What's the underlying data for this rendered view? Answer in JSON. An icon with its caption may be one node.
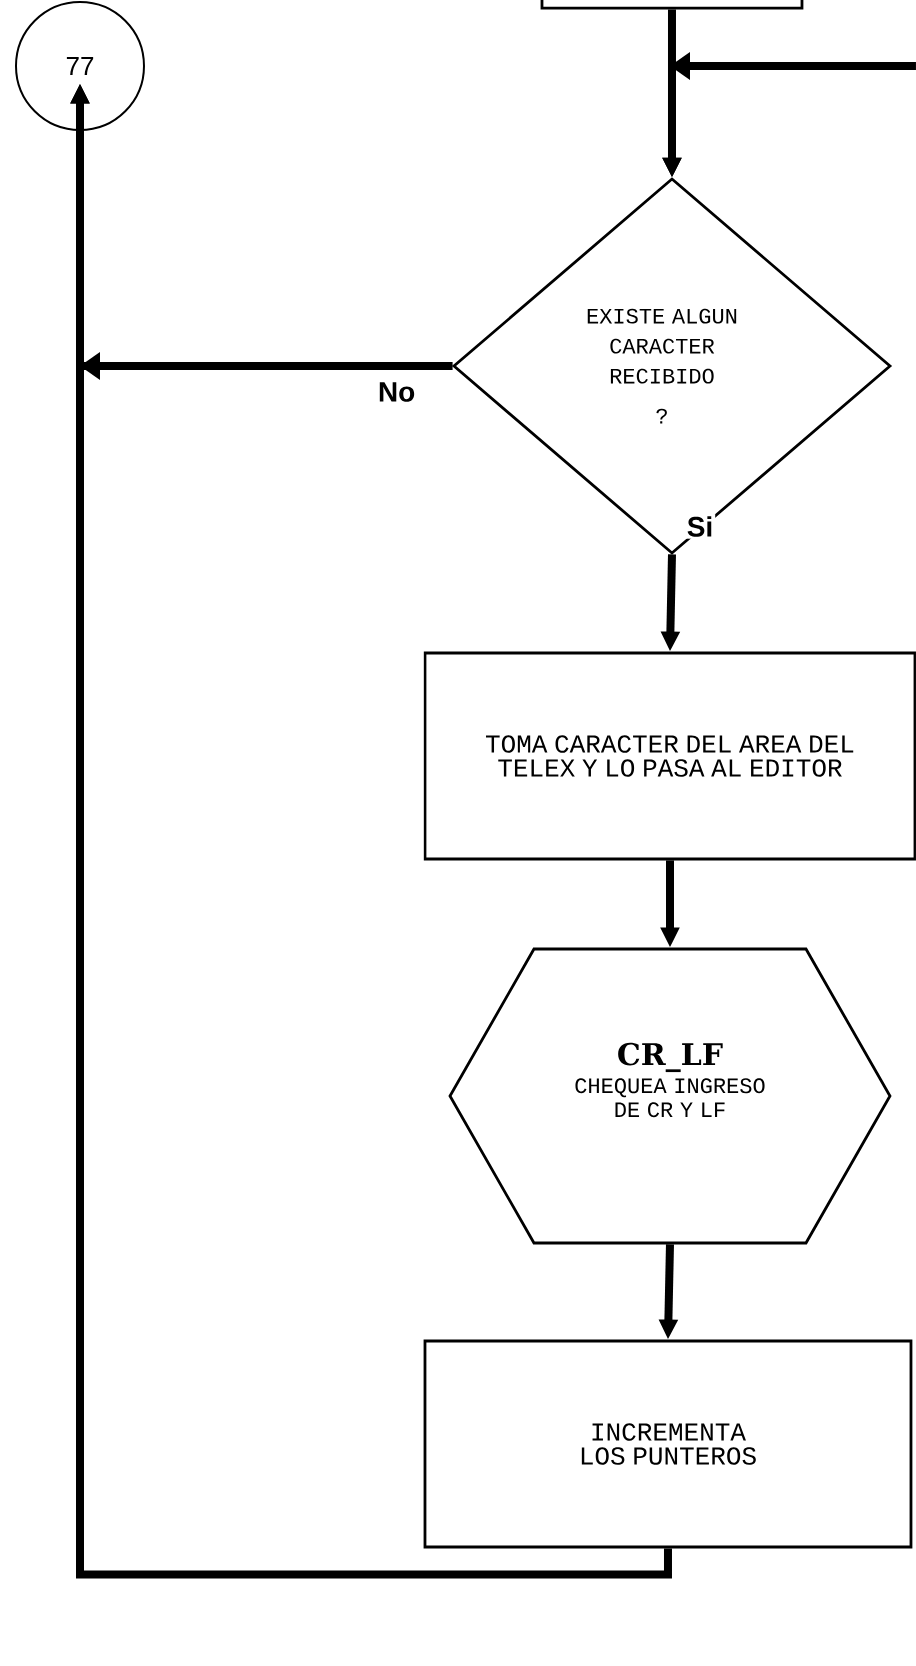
{
  "diagram": {
    "nodes": [
      {
        "text": [
          "77"
        ]
      },
      {
        "text": [],
        "shape": "box"
      },
      {
        "text": [
          "EXISTE ALGUN CARACTER RECIBIDO",
          "?"
        ]
      },
      {
        "text": [
          "TOMA CARACTER DEL AREA DEL TELEX Y LO PASA AL EDITOR"
        ]
      },
      {
        "text": [
          "CR_LF",
          "CHEQUEA INGRESO DE CR Y LF"
        ]
      },
      {
        "text": [
          "INCREMENTA LOS PUNTEROS"
        ]
      }
    ],
    "edges": [
      {
        "from": 1,
        "to": 2,
        "arrow": "to"
      },
      {
        "from": null,
        "to": 2,
        "arrow": "to"
      },
      {
        "from": 2,
        "to": 0,
        "arrow": "to",
        "label": "No"
      },
      {
        "from": 2,
        "to": 3,
        "arrow": "to",
        "label": "Si"
      },
      {
        "from": 3,
        "to": 4,
        "arrow": "to"
      },
      {
        "from": 4,
        "to": 5,
        "arrow": "to"
      },
      {
        "from": 5,
        "to": 0,
        "arrow": "to"
      }
    ]
  }
}
